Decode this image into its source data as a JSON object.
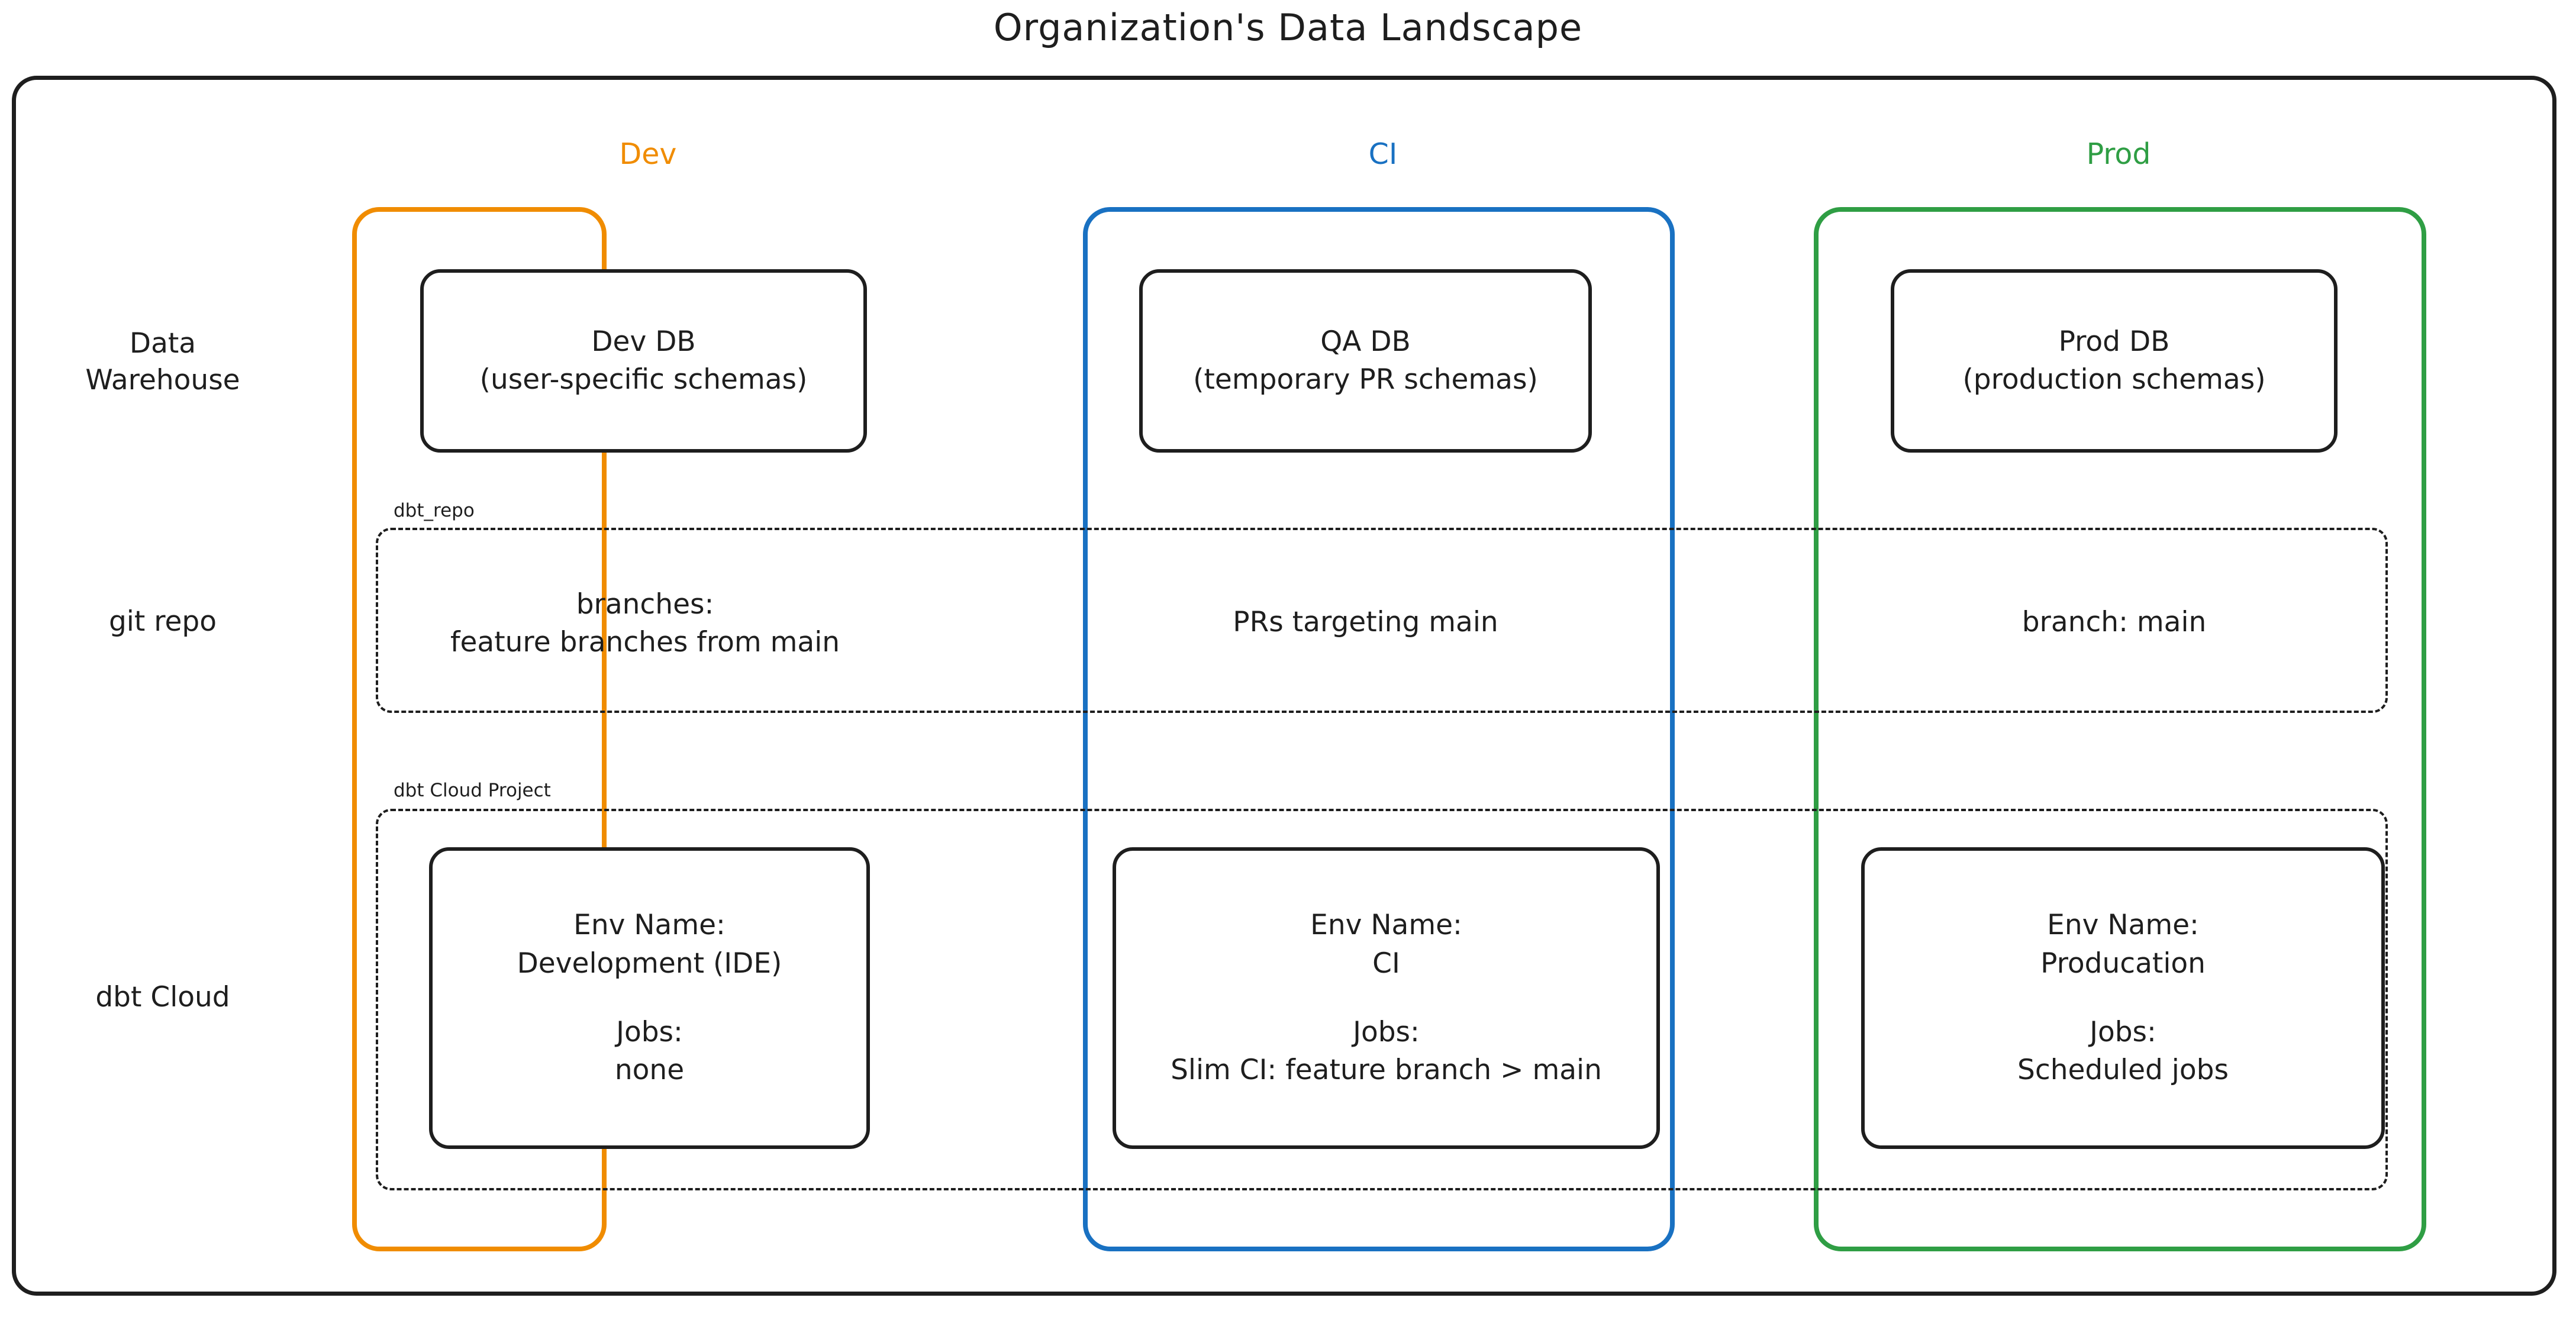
{
  "title": "Organization's Data Landscape",
  "colors": {
    "dev": "#f08c00",
    "ci": "#1971c2",
    "prod": "#2f9e44",
    "ink": "#1e1e1e",
    "background": "#ffffff"
  },
  "environments": [
    {
      "key": "dev",
      "label": "Dev",
      "color": "#f08c00"
    },
    {
      "key": "ci",
      "label": "CI",
      "color": "#1971c2"
    },
    {
      "key": "prod",
      "label": "Prod",
      "color": "#2f9e44"
    }
  ],
  "rows": {
    "warehouse": {
      "label": "Data\nWarehouse",
      "label_line1": "Data",
      "label_line2": "Warehouse"
    },
    "git": {
      "label": "git repo"
    },
    "dbt_cloud": {
      "label": "dbt Cloud"
    }
  },
  "groups": {
    "git_repo": {
      "caption": "dbt_repo"
    },
    "dbt_cloud_project": {
      "caption": "dbt Cloud Project"
    }
  },
  "warehouse": {
    "dev": {
      "title": "Dev DB",
      "subtitle": "(user-specific schemas)"
    },
    "ci": {
      "title": "QA DB",
      "subtitle": "(temporary PR schemas)"
    },
    "prod": {
      "title": "Prod DB",
      "subtitle": "(production schemas)"
    }
  },
  "git_repo": {
    "dev": {
      "line1": "branches:",
      "line2": "feature branches from main"
    },
    "ci": {
      "line1": "PRs targeting main",
      "line2": ""
    },
    "prod": {
      "line1": "branch: main",
      "line2": ""
    }
  },
  "dbt_cloud": {
    "dev": {
      "env_name_label": "Env Name:",
      "env_name_value": "Development (IDE)",
      "jobs_label": "Jobs:",
      "jobs_value": "none"
    },
    "ci": {
      "env_name_label": "Env Name:",
      "env_name_value": "CI",
      "jobs_label": "Jobs:",
      "jobs_value": "Slim CI: feature branch > main"
    },
    "prod": {
      "env_name_label": "Env Name:",
      "env_name_value": "Producation",
      "jobs_label": "Jobs:",
      "jobs_value": "Scheduled jobs"
    }
  }
}
